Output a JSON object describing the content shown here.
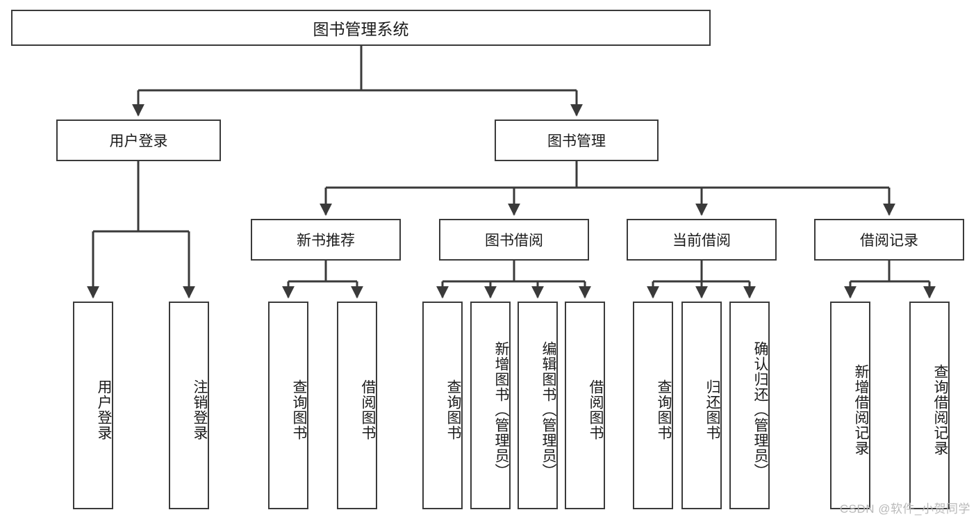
{
  "diagram": {
    "title": "图书管理系统",
    "type": "功能结构图",
    "stroke_color": "#3a3a3a",
    "background_color": "#ffffff",
    "text_color": "#1a1a1a"
  },
  "root": {
    "label": "图书管理系统"
  },
  "level2": [
    {
      "label": "用户登录"
    },
    {
      "label": "图书管理"
    }
  ],
  "level3": [
    {
      "label": "新书推荐"
    },
    {
      "label": "图书借阅"
    },
    {
      "label": "当前借阅"
    },
    {
      "label": "借阅记录"
    }
  ],
  "leaves": {
    "user_login": [
      {
        "label": "用户登录"
      },
      {
        "label": "注销登录"
      }
    ],
    "new_book_recommend": [
      {
        "label": "查询图书"
      },
      {
        "label": "借阅图书"
      }
    ],
    "book_borrow": [
      {
        "label": "查询图书"
      },
      {
        "label": "新增图书（管理员）"
      },
      {
        "label": "编辑图书（管理员）"
      },
      {
        "label": "借阅图书"
      }
    ],
    "current_borrow": [
      {
        "label": "查询图书"
      },
      {
        "label": "归还图书"
      },
      {
        "label": "确认归还（管理员）"
      }
    ],
    "borrow_record": [
      {
        "label": "新增借阅记录"
      },
      {
        "label": "查询借阅记录"
      }
    ]
  },
  "watermark": {
    "text": "CSDN @软件_小贺同学",
    "color": "#b9b9b9"
  }
}
